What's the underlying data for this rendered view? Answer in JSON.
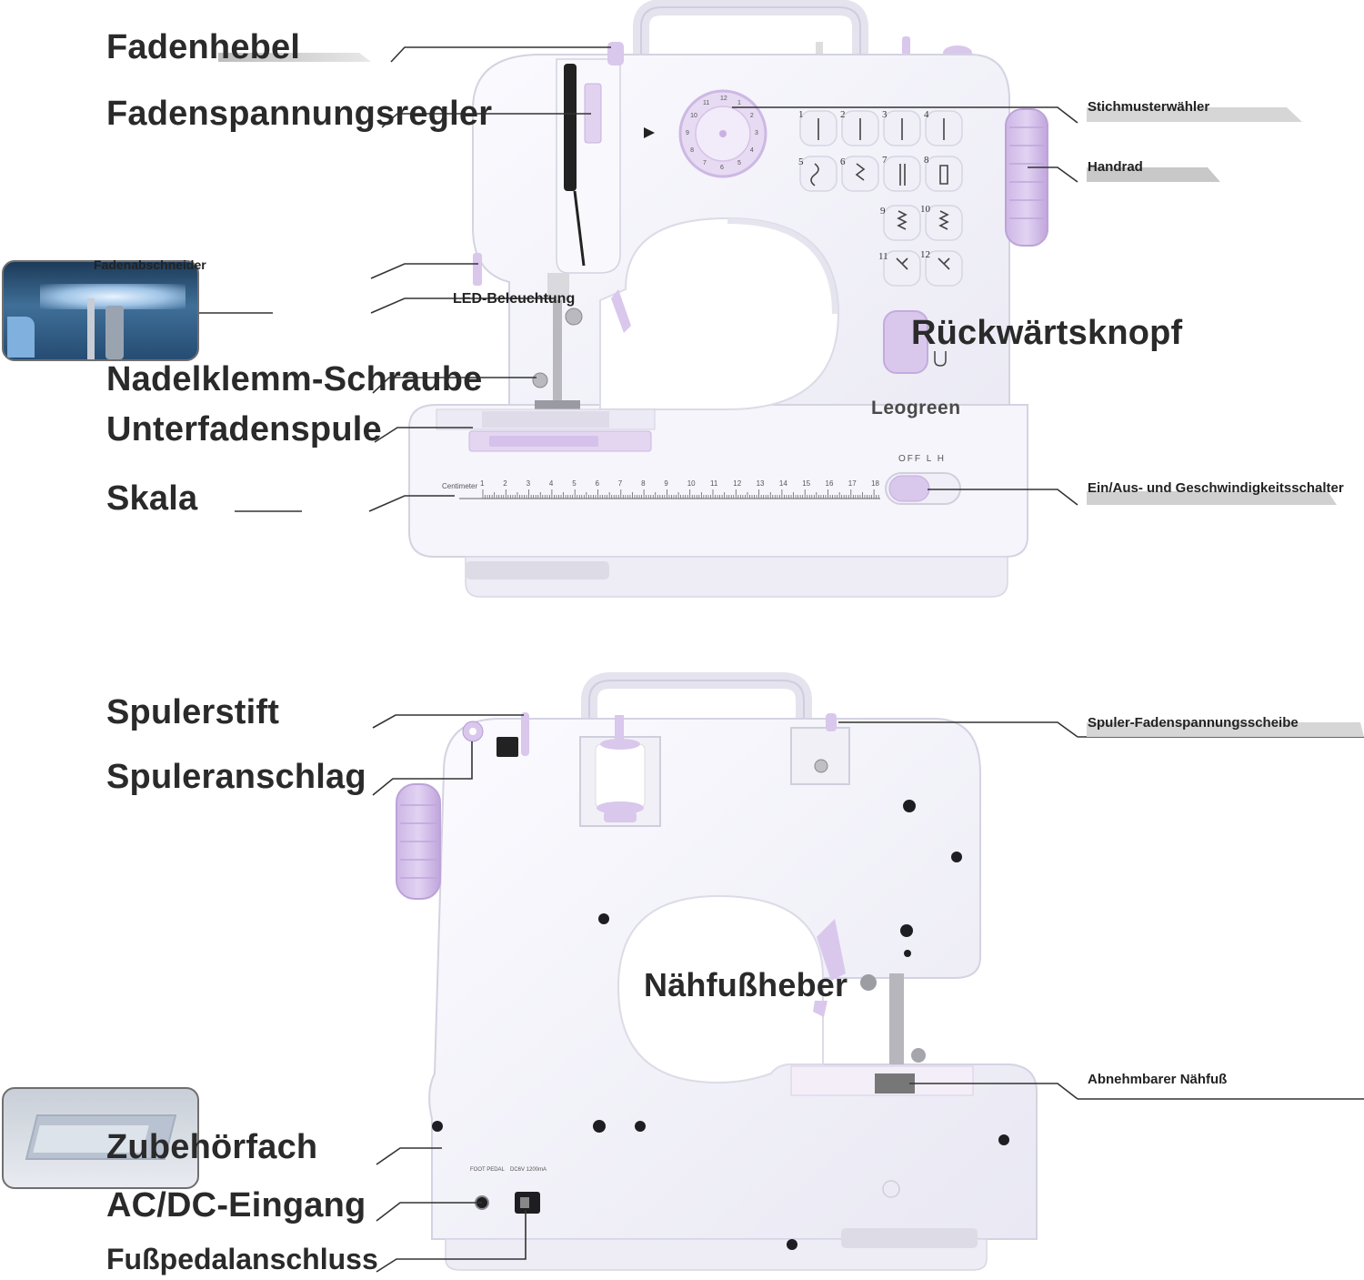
{
  "colors": {
    "accent": "#d9c7ec",
    "accent_dark": "#b597d3",
    "body": "#f4f3fa",
    "line": "#333333"
  },
  "brand": "Leogreen",
  "speed_switch_text": "OFF L H",
  "ruler_unit": "Centimeter",
  "ruler_numbers": [
    "1",
    "2",
    "3",
    "4",
    "5",
    "6",
    "7",
    "8",
    "9",
    "10",
    "11",
    "12",
    "13",
    "14",
    "15",
    "16",
    "17",
    "18"
  ],
  "stitch_numbers": [
    "1",
    "2",
    "3",
    "4",
    "5",
    "6",
    "7",
    "8",
    "9",
    "10",
    "11",
    "12"
  ],
  "dial_numbers": [
    "1",
    "2",
    "3",
    "4",
    "5",
    "6",
    "7",
    "8",
    "9",
    "10",
    "11",
    "12"
  ],
  "port_labels": {
    "foot_pedal": "FOOT PEDAL",
    "dc": "DC6V 1200mA"
  },
  "front_labels": {
    "fadenhebel": "Fadenhebel",
    "fadenspannungsregler": "Fadenspannungsregler",
    "fadenabschneider": "Fadenabschneider",
    "led": "LED-Beleuchtung",
    "nadelklemm": "Nadelklemm-Schraube",
    "unterfadenspule": "Unterfadenspule",
    "skala": "Skala",
    "stichmusterwaehler": "Stichmusterwähler",
    "handrad": "Handrad",
    "rueckwaertsknopf": "Rückwärtsknopf",
    "schalter": "Ein/Aus- und Geschwindigkeitsschalter"
  },
  "back_labels": {
    "spulerstift": "Spulerstift",
    "spuleranschlag": "Spuleranschlag",
    "spuler_scheibe": "Spuler-Fadenspannungsscheibe",
    "naehfussheber": "Nähfußheber",
    "abnehmbarer_naehfuss": "Abnehmbarer Nähfuß",
    "zubehoerfach": "Zubehörfach",
    "acdc": "AC/DC-Eingang",
    "fusspedal": "Fußpedalanschluss"
  }
}
